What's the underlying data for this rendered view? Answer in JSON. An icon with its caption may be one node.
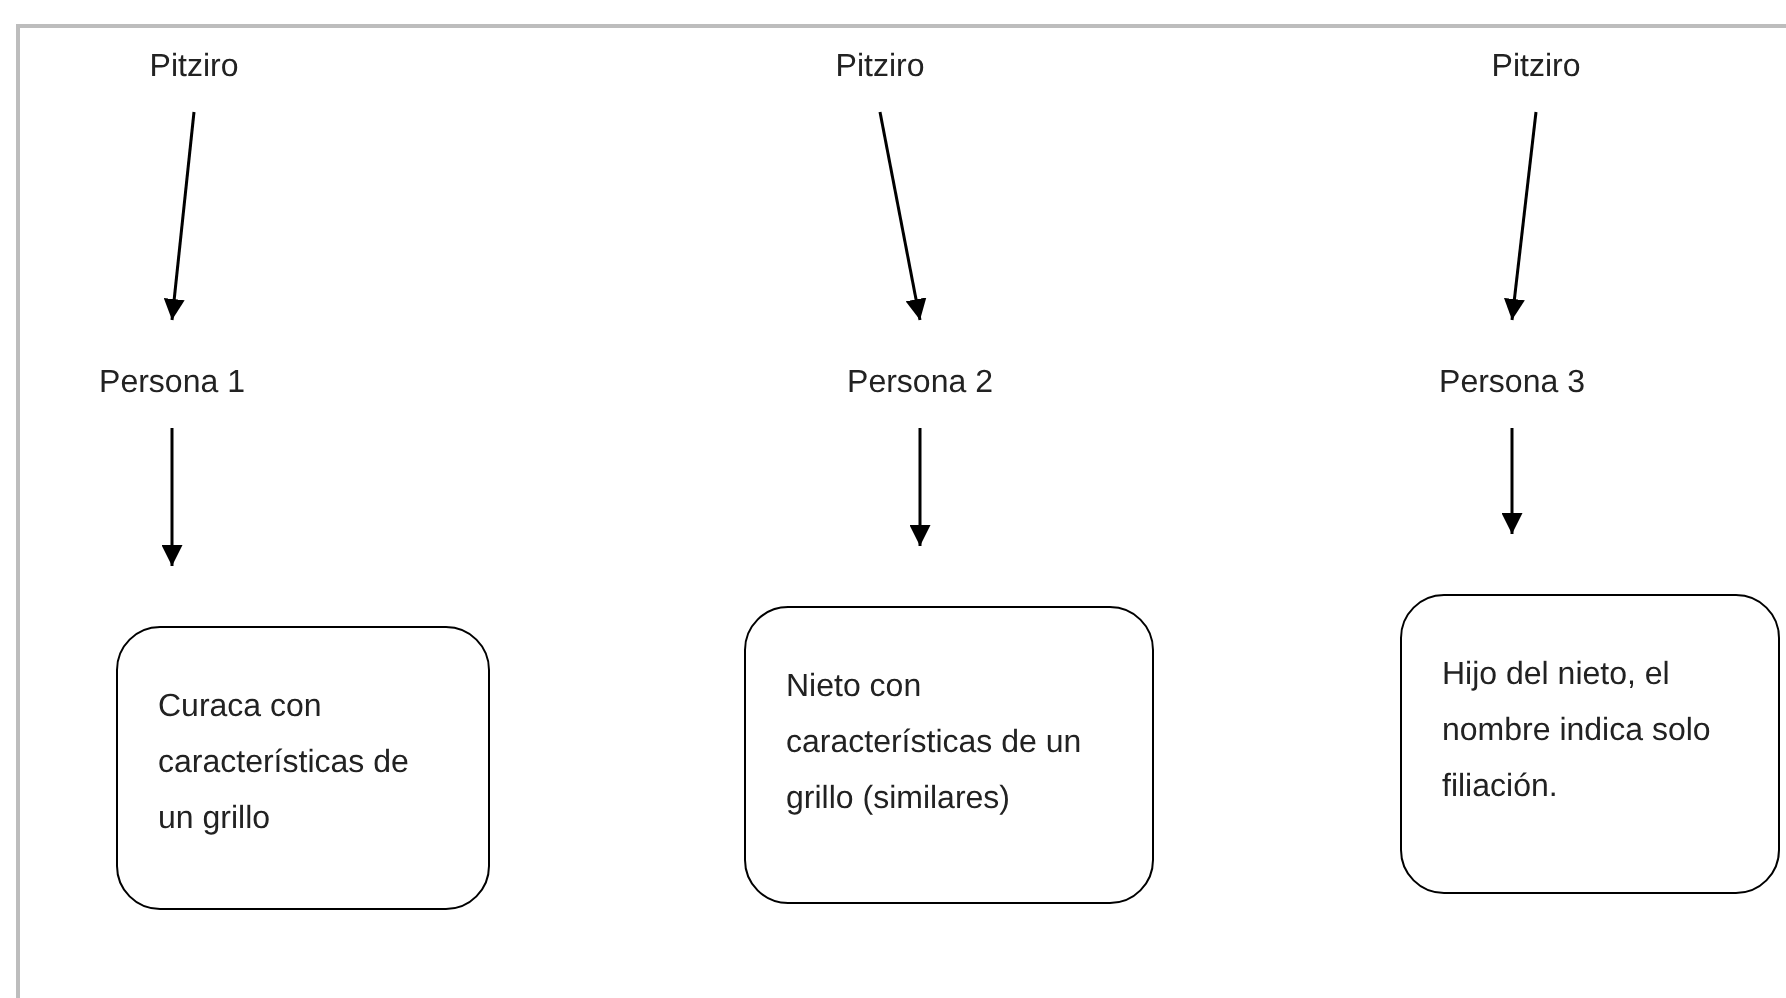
{
  "diagram": {
    "nodes": [
      {
        "text": [
          "Pitziro"
        ]
      },
      {
        "text": [
          "Persona 1"
        ]
      },
      {
        "text": [
          "Curaca con características de un grillo"
        ]
      },
      {
        "text": [
          "Pitziro"
        ]
      },
      {
        "text": [
          "Persona 2"
        ]
      },
      {
        "text": [
          "Nieto con características de un grillo (similares)"
        ]
      },
      {
        "text": [
          "Pitziro"
        ]
      },
      {
        "text": [
          "Persona 3"
        ]
      },
      {
        "text": [
          "Hijo del nieto, el nombre indica solo filiación."
        ]
      }
    ],
    "edges": [
      {
        "from": 0,
        "to": 1,
        "arrow": "to"
      },
      {
        "from": 1,
        "to": 2,
        "arrow": "to"
      },
      {
        "from": 3,
        "to": 4,
        "arrow": "to"
      },
      {
        "from": 4,
        "to": 5,
        "arrow": "to"
      },
      {
        "from": 6,
        "to": 7,
        "arrow": "to"
      },
      {
        "from": 7,
        "to": 8,
        "arrow": "to"
      }
    ]
  }
}
